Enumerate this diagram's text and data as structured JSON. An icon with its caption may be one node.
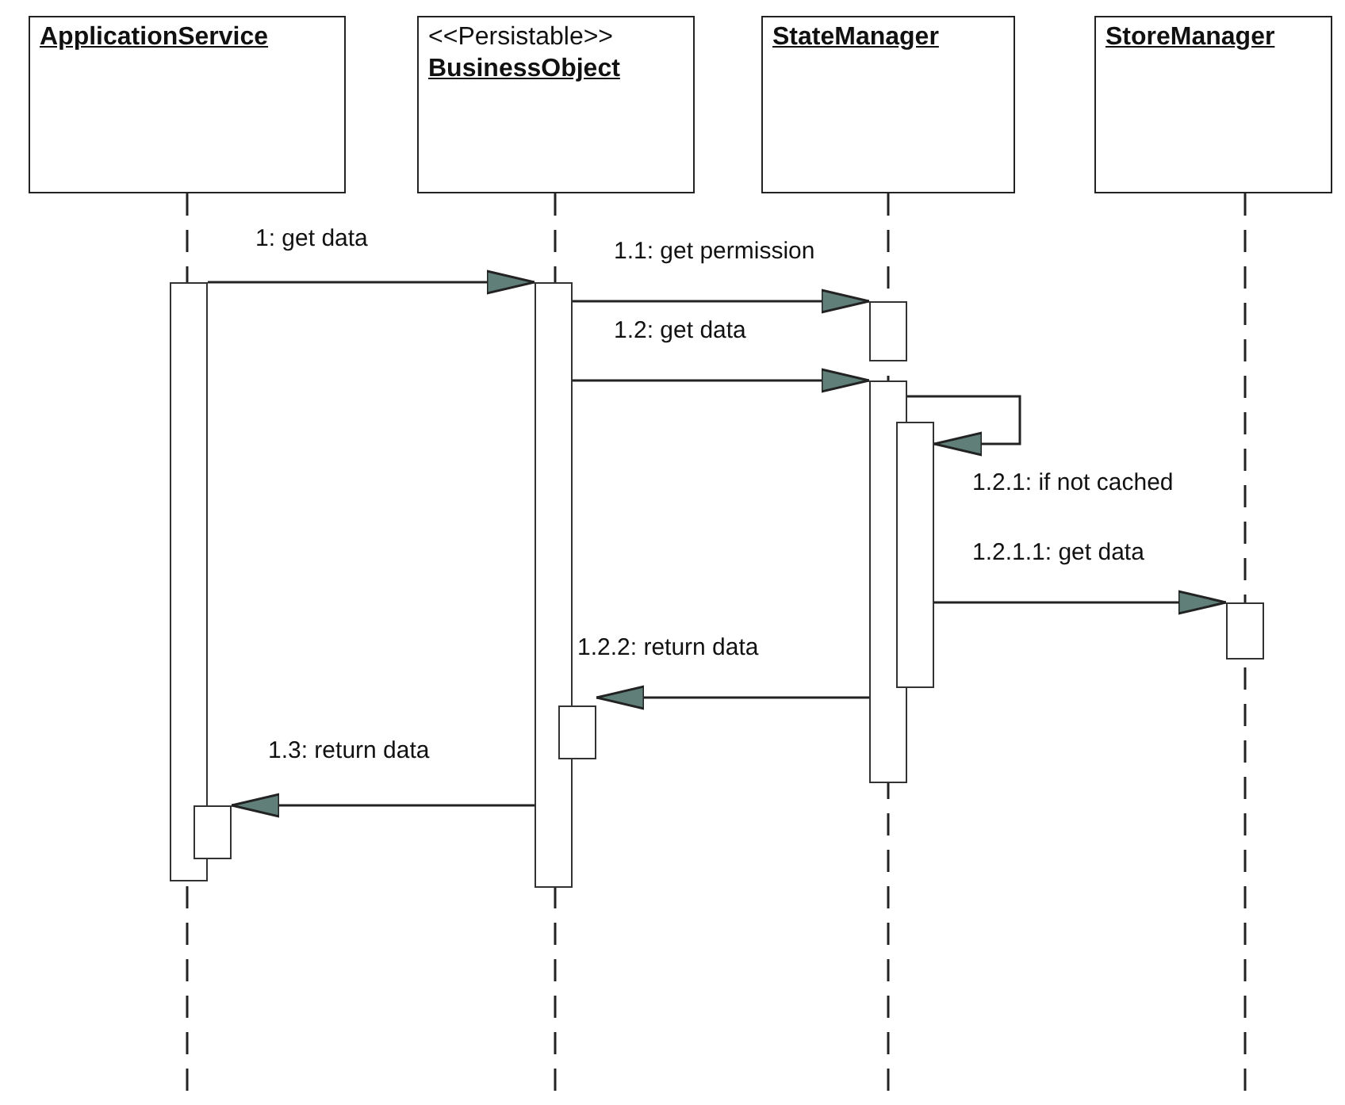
{
  "diagram": {
    "nodes": [
      {
        "text": [
          "ApplicationService"
        ]
      },
      {
        "text": [
          "<<Persistable>>",
          "BusinessObject"
        ]
      },
      {
        "text": [
          "StateManager"
        ]
      },
      {
        "text": [
          "StoreManager"
        ]
      },
      {
        "text": [],
        "shape": "bar"
      },
      {
        "text": [],
        "shape": "bar"
      },
      {
        "text": [],
        "shape": "bar"
      },
      {
        "text": [],
        "shape": "bar"
      },
      {
        "text": [],
        "shape": "bar"
      },
      {
        "text": [],
        "shape": "bar"
      },
      {
        "text": [],
        "shape": "bar"
      },
      {
        "text": [],
        "shape": "bar"
      }
    ],
    "edges": [
      {
        "from": 4,
        "to": 6,
        "arrow": "to",
        "label": "1: get data"
      },
      {
        "from": 6,
        "to": 8,
        "arrow": "to",
        "label": "1.1: get permission"
      },
      {
        "from": 6,
        "to": 9,
        "arrow": "to",
        "label": "1.2: get data"
      },
      {
        "from": 9,
        "to": 10,
        "arrow": "to",
        "label": "1.2.1: if not cached"
      },
      {
        "from": 10,
        "to": 11,
        "arrow": "to",
        "label": "1.2.1.1: get data"
      },
      {
        "from": 9,
        "to": 7,
        "arrow": "to",
        "label": "1.2.2: return data"
      },
      {
        "from": 6,
        "to": 5,
        "arrow": "to",
        "label": "1.3: return data"
      }
    ]
  }
}
